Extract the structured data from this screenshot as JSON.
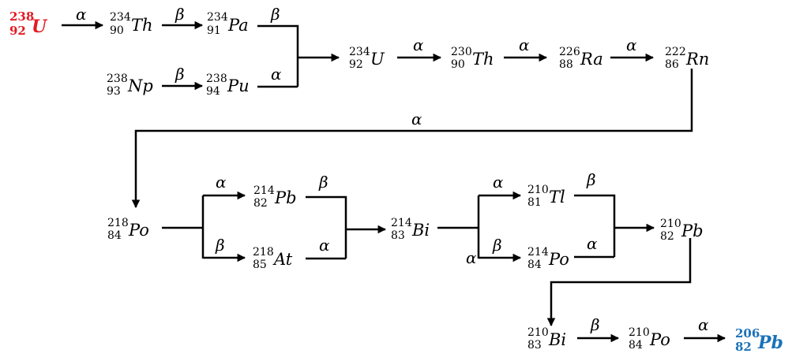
{
  "colors": {
    "start": "#e31b23",
    "end": "#1a72b8",
    "ink": "#000000"
  },
  "nuclides": {
    "u238": {
      "mass": "238",
      "atomic": "92",
      "symbol": "U"
    },
    "th234": {
      "mass": "234",
      "atomic": "90",
      "symbol": "Th"
    },
    "pa234": {
      "mass": "234",
      "atomic": "91",
      "symbol": "Pa"
    },
    "np238": {
      "mass": "238",
      "atomic": "93",
      "symbol": "Np"
    },
    "pu238": {
      "mass": "238",
      "atomic": "94",
      "symbol": "Pu"
    },
    "u234": {
      "mass": "234",
      "atomic": "92",
      "symbol": "U"
    },
    "th230": {
      "mass": "230",
      "atomic": "90",
      "symbol": "Th"
    },
    "ra226": {
      "mass": "226",
      "atomic": "88",
      "symbol": "Ra"
    },
    "rn222": {
      "mass": "222",
      "atomic": "86",
      "symbol": "Rn"
    },
    "po218": {
      "mass": "218",
      "atomic": "84",
      "symbol": "Po"
    },
    "pb214": {
      "mass": "214",
      "atomic": "82",
      "symbol": "Pb"
    },
    "at218": {
      "mass": "218",
      "atomic": "85",
      "symbol": "At"
    },
    "bi214": {
      "mass": "214",
      "atomic": "83",
      "symbol": "Bi"
    },
    "tl210": {
      "mass": "210",
      "atomic": "81",
      "symbol": "Tl"
    },
    "po214": {
      "mass": "214",
      "atomic": "84",
      "symbol": "Po"
    },
    "pb210": {
      "mass": "210",
      "atomic": "82",
      "symbol": "Pb"
    },
    "bi210": {
      "mass": "210",
      "atomic": "83",
      "symbol": "Bi"
    },
    "po210": {
      "mass": "210",
      "atomic": "84",
      "symbol": "Po"
    },
    "pb206": {
      "mass": "206",
      "atomic": "82",
      "symbol": "Pb"
    }
  },
  "labels": {
    "l1": "α",
    "l2": "β",
    "l3": "β",
    "l4": "β",
    "l5": "α",
    "l6": "α",
    "l7": "α",
    "l8": "α",
    "l9": "α",
    "l10": "α",
    "l11": "β",
    "l12": "β",
    "l13": "α",
    "l14": "α",
    "l15": "β",
    "l16": "β",
    "l17": "α",
    "l18": "α",
    "l19": "β",
    "l20": "α"
  }
}
